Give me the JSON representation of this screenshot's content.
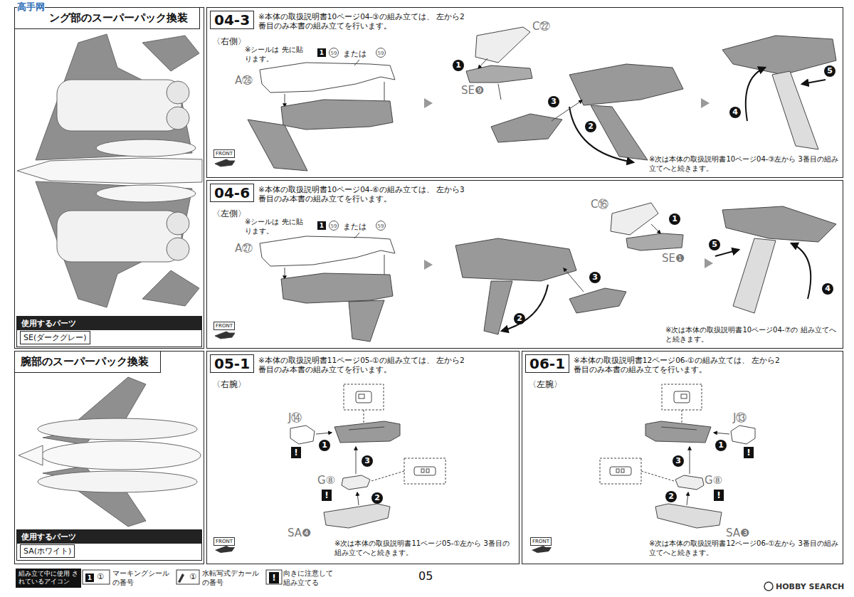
{
  "diagram": {
    "nodes": [
      {
        "text": [
          "ング部のスーパーパック換装"
        ]
      },
      {
        "text": [
          "使用するパーツ",
          "SE(ダークグレー)"
        ],
        "in": 0
      },
      {
        "text": [
          "04-3",
          "※本体の取扱説明書10ページ04-③の組み立ては、 左から2番目のみ本書の組み立てを行います。"
        ]
      },
      {
        "text": [
          "04-6",
          "※本体の取扱説明書10ページ04-⑥の組み立ては、 左から3番目のみ本書の組み立てを行います。"
        ]
      },
      {
        "text": [
          "腕部のスーパーパック換装"
        ]
      },
      {
        "text": [
          "使用するパーツ",
          "SA(ホワイト)"
        ],
        "in": 4
      },
      {
        "text": [
          "05-1",
          "※本体の取扱説明書11ページ05-①の組み立ては、 左から2番目のみ本書の組み立てを行います。"
        ]
      },
      {
        "text": [
          "06-1",
          "※本体の取扱説明書12ページ06-①の組み立ては、 左から2番目のみ本書の組み立てを行います。"
        ]
      }
    ],
    "labels": [
      "高手网",
      "〈右側〉",
      "※シールは 先に貼ります。",
      "1",
      "59",
      "または",
      "59",
      "A㉘",
      "FRONT",
      "C㉒",
      "SE❾",
      "1",
      "2",
      "3",
      "4",
      "5",
      "※次は本体の取扱説明書10ページ04-③左から 3番目の組み立てへと続きます。",
      "〈左側〉",
      "※シールは 先に貼ります。",
      "1",
      "59",
      "または",
      "59",
      "A㉗",
      "FRONT",
      "C⑯",
      "SE❶",
      "1",
      "2",
      "3",
      "4",
      "5",
      "※次は本体の取扱説明書10ページ04-⑦の 組み立てへと続きます。",
      "〈右腕〉",
      "J⑭",
      "!",
      "1",
      "G⑧",
      "!",
      "2",
      "3",
      "SA❹",
      "FRONT",
      "※次は本体の取扱説明書11ページ05-①左から 3番目の組み立てへと続きます。",
      "〈左腕〉",
      "J⑬",
      "!",
      "1",
      "G⑧",
      "!",
      "2",
      "3",
      "SA❸",
      "FRONT",
      "※次は本体の取扱説明書12ページ06-①左から 3番目の組み立てへと続きます。",
      "組み立て中に使用 されているアイコン",
      "1",
      "①",
      "マーキングシール の番号",
      "①",
      "水転写式デカール の番号",
      "!",
      "向きに注意して 組み立てる",
      "05",
      "HOBBY SEARCH"
    ]
  }
}
